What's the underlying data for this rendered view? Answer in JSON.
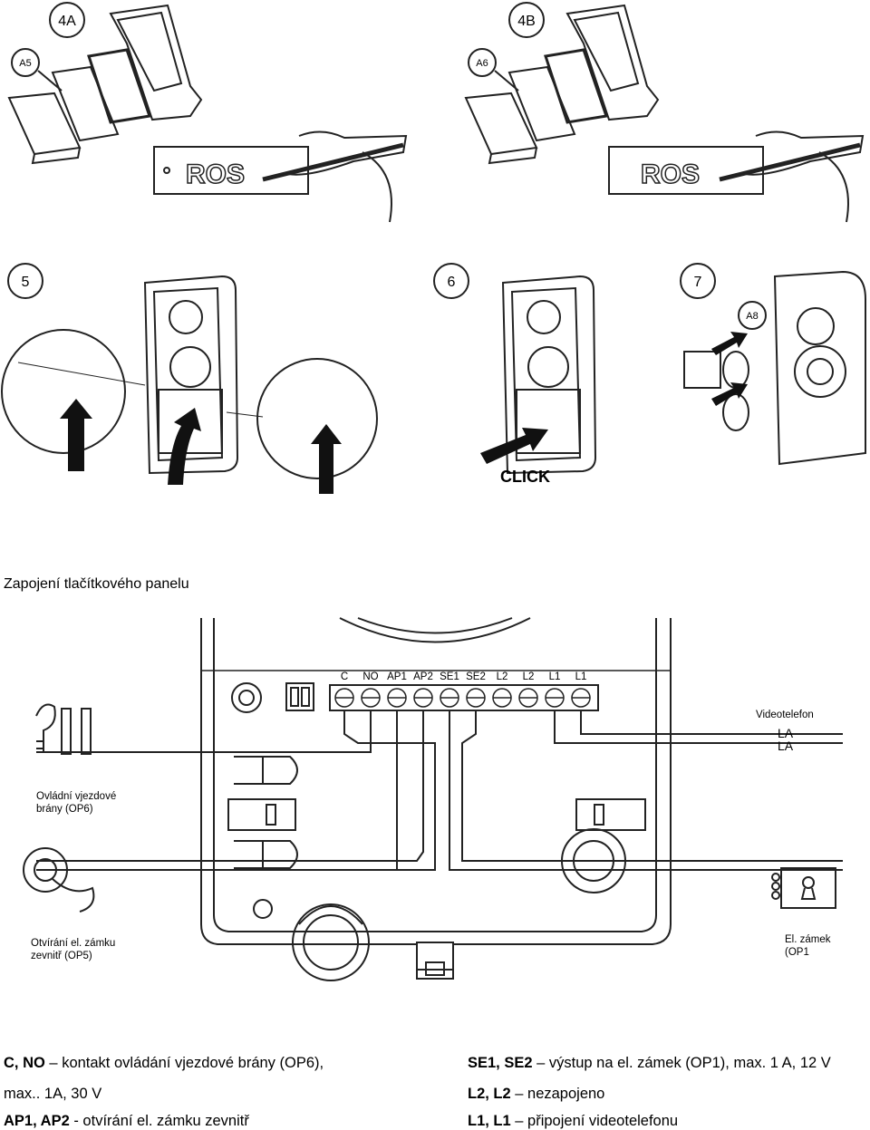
{
  "steps": {
    "s4a": "4A",
    "s4b": "4B",
    "s5": "5",
    "s6": "6",
    "s7": "7",
    "a5": "A5",
    "a6": "A6",
    "a8": "A8",
    "ros_a": "ROS",
    "ros_b": "ROS",
    "click": "CLICK"
  },
  "caption": "Zapojení tlačítkového panelu",
  "wiring": {
    "terminals": [
      "C",
      "NO",
      "AP1",
      "AP2",
      "SE1",
      "SE2",
      "L2",
      "L2",
      "L1",
      "L1"
    ],
    "videophone_label": "Videotelefon",
    "la1": "LA",
    "la2": "LA",
    "gate_line1": "Ovládní vjezdové",
    "gate_line2": "brány (OP6)",
    "unlock_line1": "Otvírání el. zámku",
    "unlock_line2": "zevnitř (OP5)",
    "lock_line1": "El. zámek",
    "lock_line2": "(OP1"
  },
  "legend": {
    "l1_bold": "C, NO",
    "l1_text": " – kontakt ovládání vjezdové brány (OP6),",
    "l2_text": "max.. 1A, 30 V",
    "l3_bold": "AP1, AP2",
    "l3_text": " - otvírání el. zámku zevnitř",
    "r1_bold": "SE1, SE2",
    "r1_text": " – výstup na el. zámek (OP1), max. 1 A, 12 V",
    "r2_bold": "L2, L2",
    "r2_text": " – nezapojeno",
    "r3_bold": "L1, L1",
    "r3_text": " – připojení videotelefonu"
  }
}
